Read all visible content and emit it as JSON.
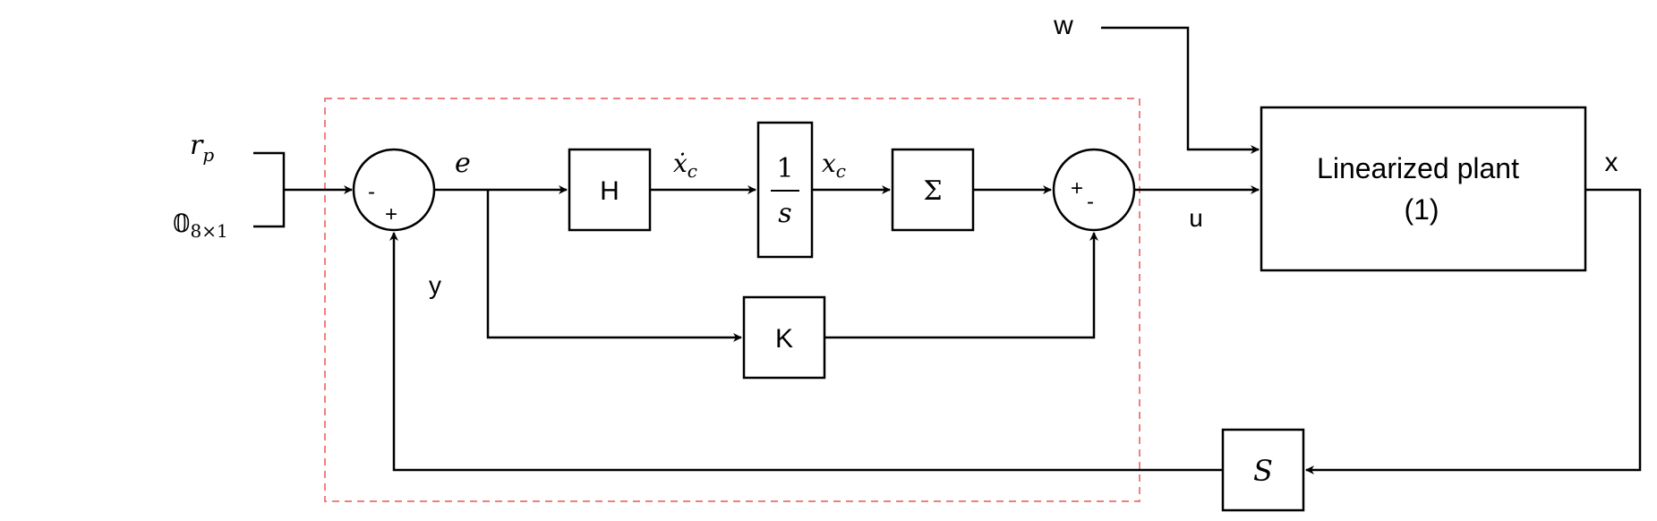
{
  "inputs": {
    "r_p": {
      "main": "r",
      "sub": "p"
    },
    "zero_vec": {
      "main": "𝟘",
      "sub": "8×1"
    }
  },
  "signals": {
    "e": "e",
    "xdot_c": {
      "main": "ẋ",
      "sub": "c"
    },
    "x_c": {
      "main": "x",
      "sub": "c"
    },
    "u": "u",
    "x": "x",
    "y": "y",
    "w": "w"
  },
  "blocks": {
    "H": "H",
    "integrator": {
      "num": "1",
      "den": "s"
    },
    "sigma": "Σ",
    "K": "K",
    "S": "S",
    "plant": {
      "line1": "Linearized plant",
      "line2": "(1)"
    }
  },
  "sum1": {
    "top_sign": "-",
    "bottom_sign": "+"
  },
  "sum2": {
    "top_sign": "+",
    "bottom_sign": "-"
  },
  "colors": {
    "line": "#000000",
    "controller_boundary": "#f08080"
  }
}
